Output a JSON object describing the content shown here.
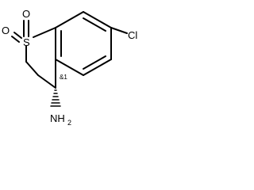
{
  "molecule": {
    "atoms": {
      "sulfur": "S",
      "oxygen_left": "O",
      "oxygen_top": "O",
      "chlorine": "Cl",
      "amine": "NH2",
      "amine_parts": {
        "element": "NH",
        "subscript": "2"
      }
    },
    "stereo_label": "&1",
    "colors": {
      "ink": "#000000",
      "background": "#ffffff"
    }
  }
}
